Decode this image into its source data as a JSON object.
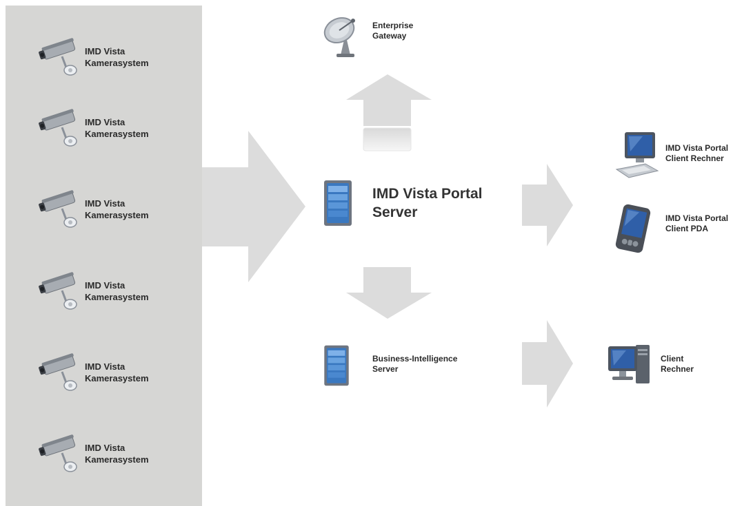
{
  "cameras": [
    {
      "line1": "IMD Vista",
      "line2": "Kamerasystem",
      "icon": "security-camera-icon"
    },
    {
      "line1": "IMD Vista",
      "line2": "Kamerasystem",
      "icon": "security-camera-icon"
    },
    {
      "line1": "IMD Vista",
      "line2": "Kamerasystem",
      "icon": "security-camera-icon"
    },
    {
      "line1": "IMD Vista",
      "line2": "Kamerasystem",
      "icon": "security-camera-icon"
    },
    {
      "line1": "IMD Vista",
      "line2": "Kamerasystem",
      "icon": "security-camera-icon"
    },
    {
      "line1": "IMD Vista",
      "line2": "Kamerasystem",
      "icon": "security-camera-icon"
    }
  ],
  "gateway": {
    "line1": "Enterprise",
    "line2": "Gateway",
    "icon": "satellite-dish-icon"
  },
  "portal_server": {
    "line1": "IMD Vista Portal",
    "line2": "Server",
    "icon": "server-icon"
  },
  "bi_server": {
    "line1": "Business-Intelligence",
    "line2": "Server",
    "icon": "server-icon"
  },
  "client_rechner": {
    "line1": "IMD Vista Portal",
    "line2": "Client Rechner",
    "icon": "desktop-computer-icon"
  },
  "client_pda": {
    "line1": "IMD Vista Portal",
    "line2": "Client PDA",
    "icon": "pda-icon"
  },
  "client_bi": {
    "line1": "Client",
    "line2": "Rechner",
    "icon": "workstation-icon"
  },
  "colors": {
    "panel": "#d6d6d4",
    "arrow": "#dcdcdc",
    "server_blue": "#3a78c0"
  }
}
